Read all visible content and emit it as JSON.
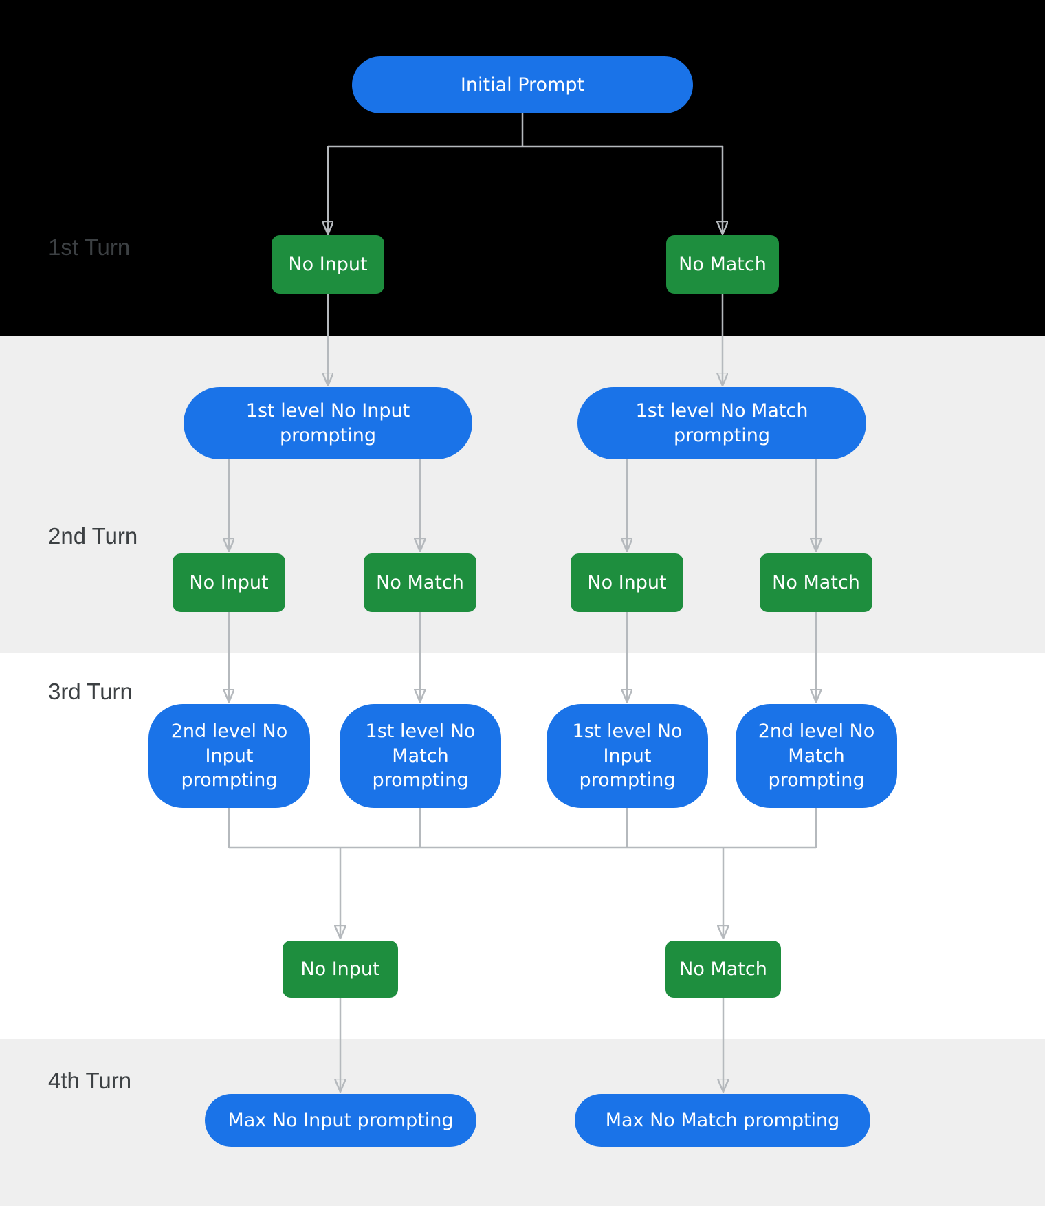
{
  "diagram": {
    "turn_labels": [
      "1st Turn",
      "2nd Turn",
      "3rd Turn",
      "4th Turn"
    ],
    "initial_prompt": "Initial Prompt",
    "turn1_events": [
      "No Input",
      "No Match"
    ],
    "level1_prompts": [
      "1st level No Input prompting",
      "1st level No Match prompting"
    ],
    "turn2_events": [
      "No Input",
      "No Match",
      "No Input",
      "No Match"
    ],
    "level2_prompts": [
      "2nd level No Input prompting",
      "1st level No Match prompting",
      "1st level No Input prompting",
      "2nd level No Match prompting"
    ],
    "turn3_events": [
      "No Input",
      "No Match"
    ],
    "max_prompts": [
      "Max No Input prompting",
      "Max No Match prompting"
    ]
  },
  "colors": {
    "prompt_blue": "#1a73e8",
    "event_green": "#1e8e3e",
    "connector": "#b5b9bd",
    "band_black": "#000000",
    "band_gray": "#efefef",
    "band_white": "#ffffff",
    "label_text": "#3c4043"
  }
}
